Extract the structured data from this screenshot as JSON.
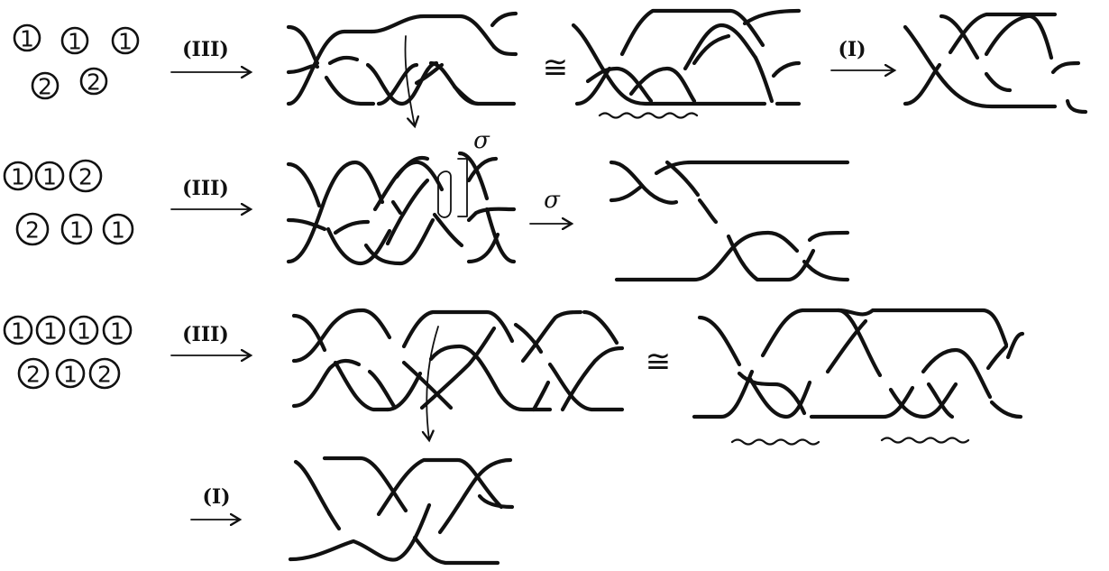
{
  "rows": [
    {
      "circles_top": [
        "1",
        "1",
        "1"
      ],
      "circles_bottom": [
        "2",
        "2"
      ],
      "move1": "(III)",
      "relation": "≅",
      "move2": "(I)"
    },
    {
      "circles_top": [
        "1",
        "1",
        "2"
      ],
      "circles_bottom": [
        "2",
        "1",
        "1"
      ],
      "move1": "(III)",
      "annotation": "σ",
      "move2": "σ"
    },
    {
      "circles_top": [
        "1",
        "1",
        "1",
        "1"
      ],
      "circles_bottom": [
        "2",
        "1",
        "2"
      ],
      "move1": "(III)",
      "relation": "≅",
      "move2": "(I)"
    }
  ]
}
